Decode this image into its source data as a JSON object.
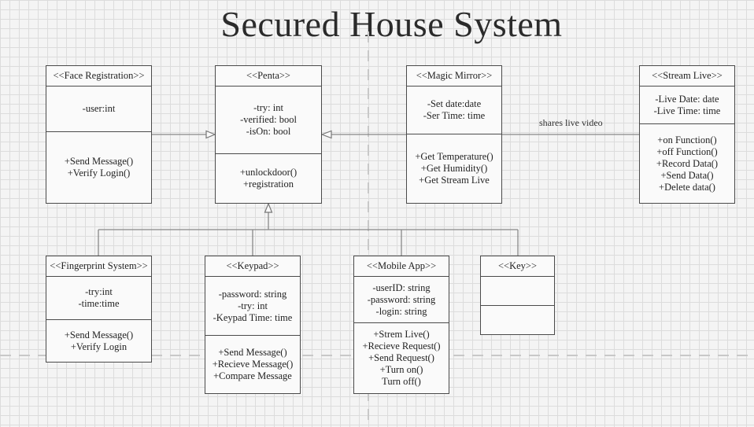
{
  "title": "Secured House System",
  "classes": {
    "face": {
      "name": "<<Face Registration>>",
      "attrs": [
        "-user:int"
      ],
      "methods": [
        "+Send Message()",
        "+Verify Login()"
      ]
    },
    "penta": {
      "name": "<<Penta>>",
      "attrs": [
        "-try: int",
        "-verified: bool",
        "-isOn: bool"
      ],
      "methods": [
        "+unlockdoor()",
        "+registration"
      ]
    },
    "mirror": {
      "name": "<<Magic Mirror>>",
      "attrs": [
        "-Set date:date",
        "-Ser Time: time"
      ],
      "methods": [
        "+Get Temperature()",
        "+Get Humidity()",
        "+Get Stream Live"
      ]
    },
    "stream": {
      "name": "<<Stream Live>>",
      "attrs": [
        "-Live Date: date",
        "-Live Time: time"
      ],
      "methods": [
        "+on Function()",
        "+off Function()",
        "+Record Data()",
        "+Send Data()",
        "+Delete data()"
      ]
    },
    "fingerprint": {
      "name": "<<Fingerprint System>>",
      "attrs": [
        "-try:int",
        "-time:time"
      ],
      "methods": [
        "+Send Message()",
        "+Verify Login"
      ]
    },
    "keypad": {
      "name": "<<Keypad>>",
      "attrs": [
        "-password: string",
        "-try: int",
        "-Keypad Time: time"
      ],
      "methods": [
        "+Send Message()",
        "+Recieve Message()",
        "+Compare Message"
      ]
    },
    "mobile": {
      "name": "<<Mobile App>>",
      "attrs": [
        "-userID: string",
        "-password: string",
        "-login: string"
      ],
      "methods": [
        "+Strem Live()",
        "+Recieve Request()",
        "+Send Request()",
        "+Turn on()",
        "Turn off()"
      ]
    },
    "key": {
      "name": "<<Key>>",
      "attrs": [],
      "methods": []
    }
  },
  "relations": {
    "shares_label": "shares live video"
  }
}
